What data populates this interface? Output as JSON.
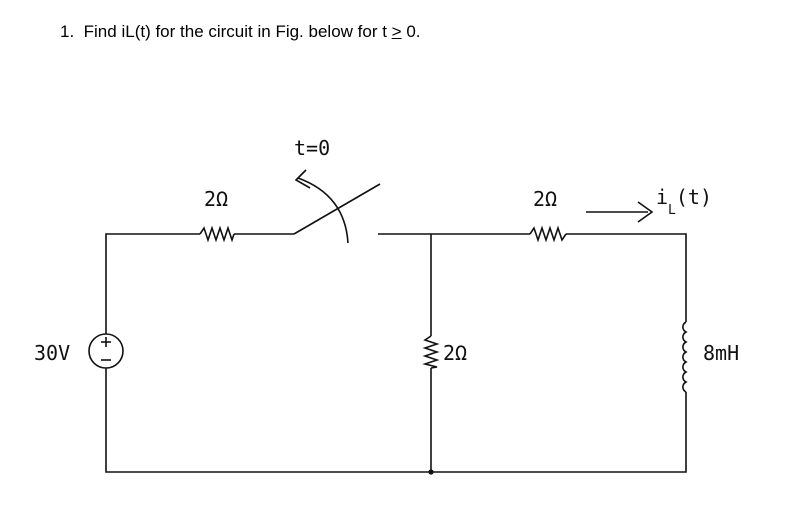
{
  "question": {
    "number": "1.",
    "text_before": "Find ",
    "var_i": "i",
    "var_sub": "L",
    "text_mid": "(t) for the circuit in Fig. below for t ",
    "geq": ">",
    "text_after": " 0."
  },
  "circuit": {
    "switch_label": "t=0",
    "r1_label": "2Ω",
    "r2_label": "2Ω",
    "r3_label": "2Ω",
    "source_label": "30V",
    "inductor_label": "8mH",
    "current_main": "i",
    "current_sub": "L",
    "current_tail": "(t)"
  }
}
